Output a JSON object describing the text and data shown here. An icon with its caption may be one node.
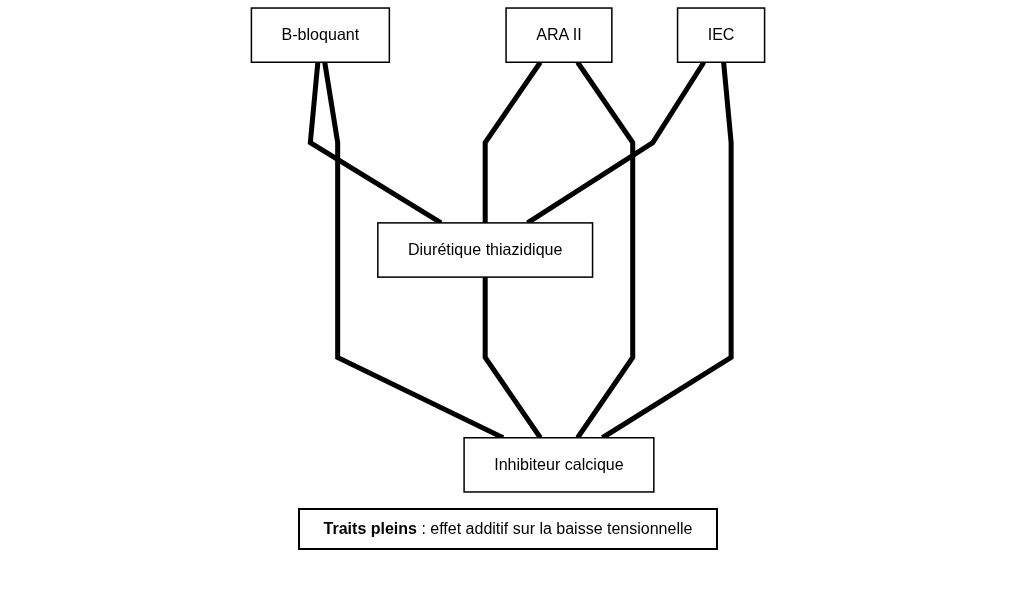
{
  "diagram": {
    "nodes": [
      {
        "text": [
          "B-bloquant"
        ]
      },
      {
        "text": [
          "ARA II"
        ]
      },
      {
        "text": [
          "IEC"
        ]
      },
      {
        "text": [
          "Diurétique thiazidique"
        ]
      },
      {
        "text": [
          "Inhibiteur calcique"
        ]
      }
    ],
    "edges": [
      {
        "from": 0,
        "to": 3,
        "arrow": "none"
      },
      {
        "from": 0,
        "to": 4,
        "arrow": "none"
      },
      {
        "from": 1,
        "to": 3,
        "arrow": "none"
      },
      {
        "from": 1,
        "to": 4,
        "arrow": "none"
      },
      {
        "from": 2,
        "to": 3,
        "arrow": "none"
      },
      {
        "from": 2,
        "to": 4,
        "arrow": "none"
      },
      {
        "from": 3,
        "to": 4,
        "arrow": "none"
      }
    ],
    "labels": [
      "**Traits pleins** : effet additif sur la baisse tensionnelle"
    ]
  }
}
